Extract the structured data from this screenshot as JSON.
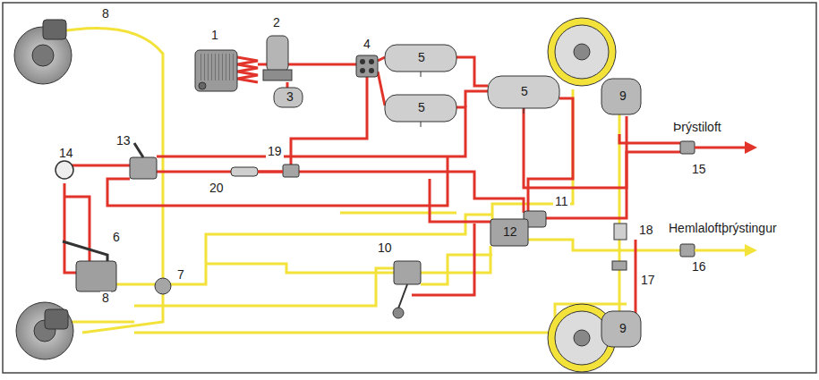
{
  "diagram": {
    "labels": [
      "1",
      "2",
      "3",
      "4",
      "5",
      "5",
      "5",
      "6",
      "7",
      "8",
      "8",
      "9",
      "9",
      "10",
      "11",
      "12",
      "13",
      "14",
      "15",
      "16",
      "17",
      "18",
      "19",
      "20",
      "Þrýstiloft",
      "Hemlaloftþrýstingur"
    ]
  }
}
